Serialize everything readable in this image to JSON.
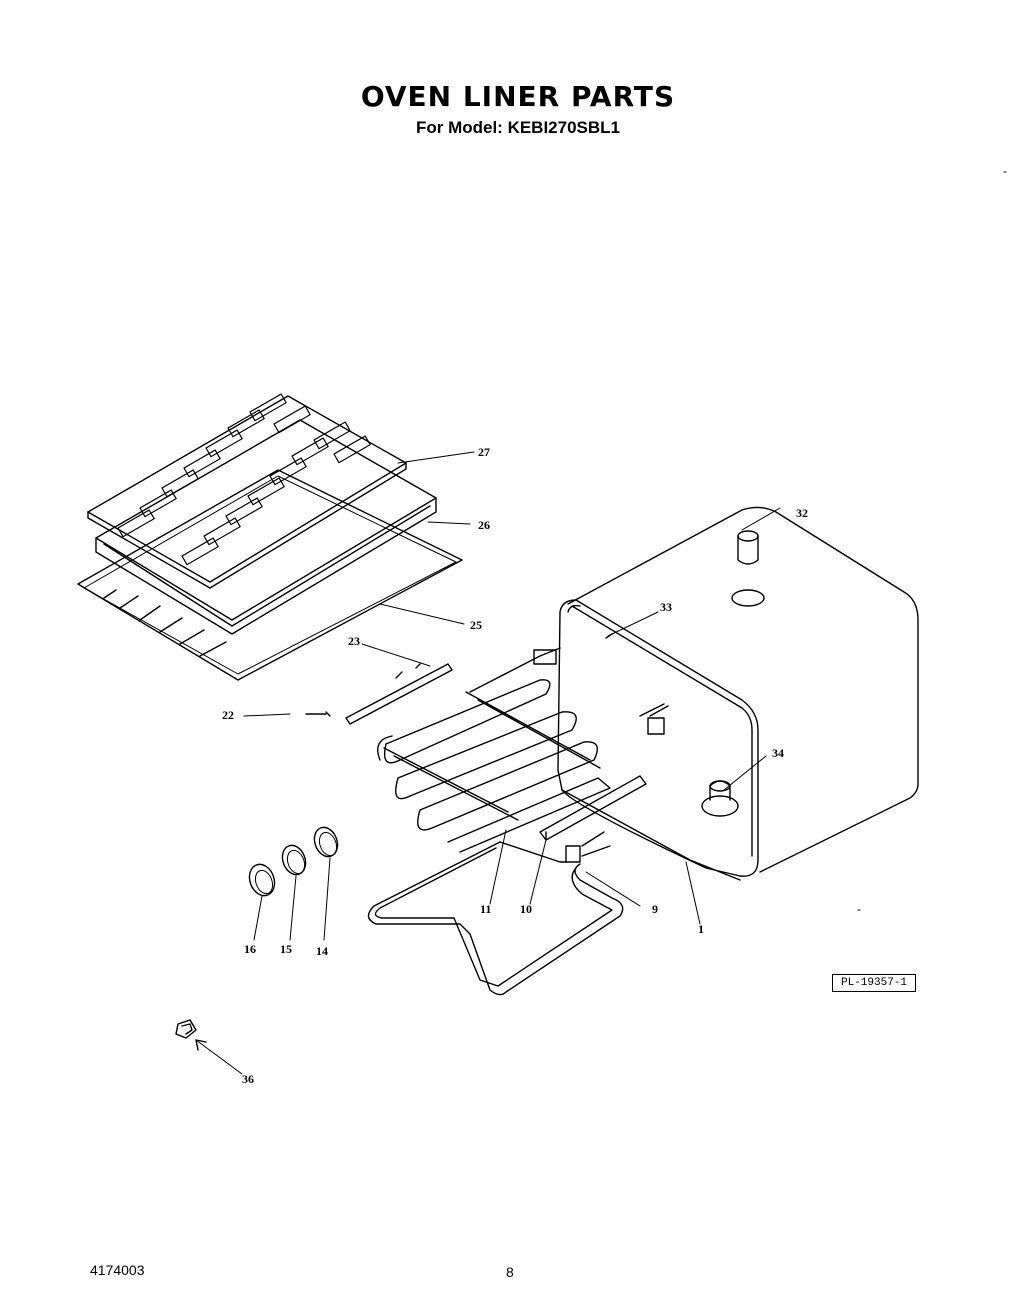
{
  "header": {
    "title": "OVEN LINER PARTS",
    "subtitle": "For Model: KEBI270SBL1"
  },
  "callouts": {
    "c27": "27",
    "c26": "26",
    "c25": "25",
    "c23": "23",
    "c22": "22",
    "c32": "32",
    "c33": "33",
    "c34": "34",
    "c11": "11",
    "c10": "10",
    "c9": "9",
    "c1": "1",
    "c16": "16",
    "c15": "15",
    "c14": "14",
    "c36": "36"
  },
  "diagram_id": "PL-19357-1",
  "footer": {
    "doc_number": "4174003",
    "page_number": "8"
  }
}
